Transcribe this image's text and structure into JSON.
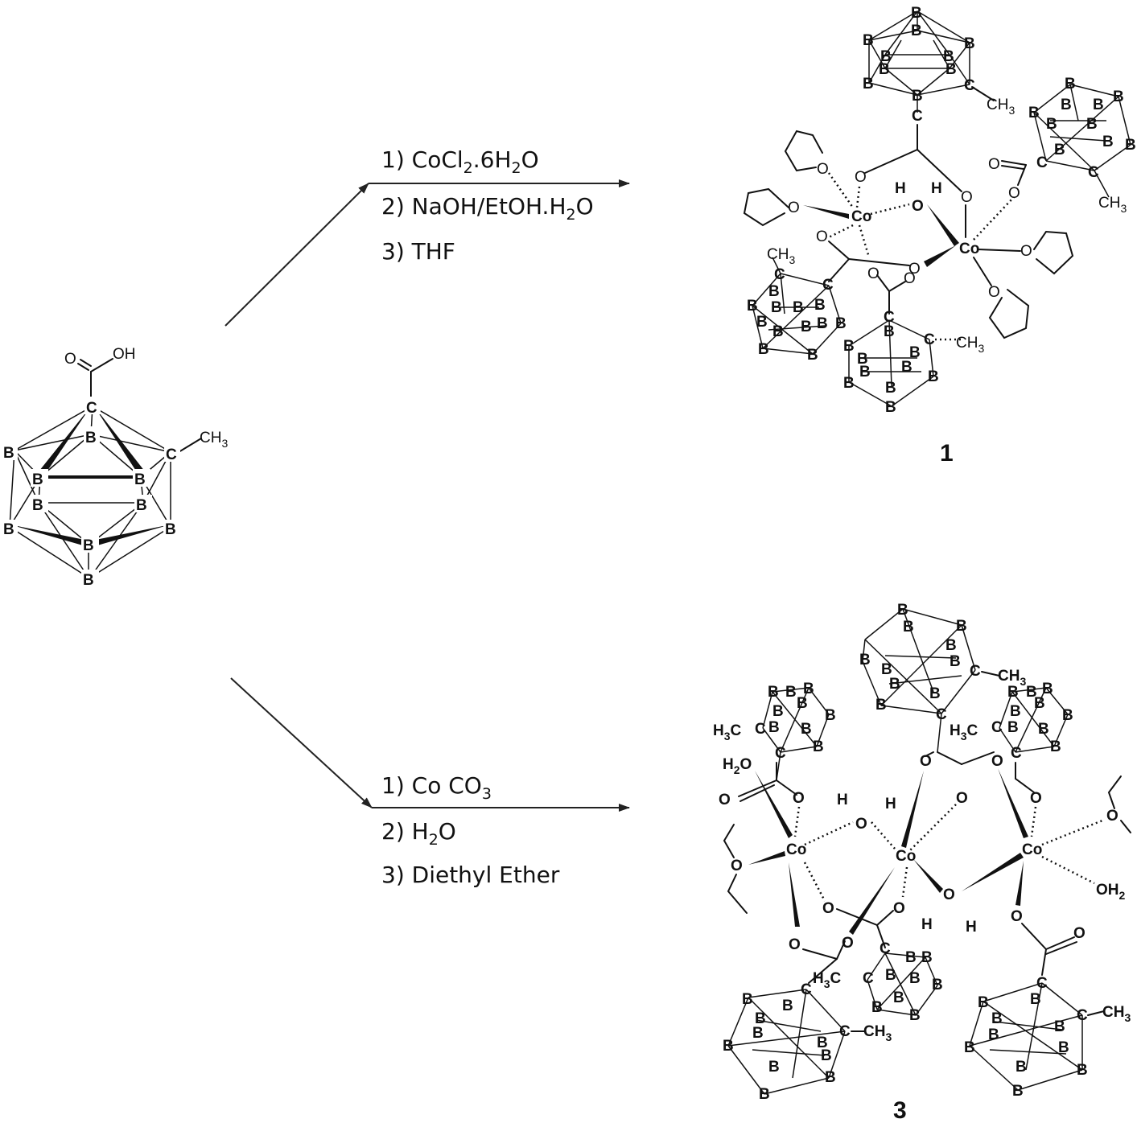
{
  "reactant": {
    "atoms": [
      "C",
      "B",
      "B",
      "C",
      "B",
      "B",
      "B",
      "B",
      "B",
      "B",
      "B",
      "B"
    ],
    "carboxyl_o": "O",
    "carboxyl_oh": "OH",
    "methyl": "CH",
    "methyl_sub": "3"
  },
  "conditions_top": {
    "step1_pre": "1) CoCl",
    "step1_sub1": "2",
    "step1_mid": ".6H",
    "step1_sub2": "2",
    "step1_post": "O",
    "step2_pre": "2) NaOH/EtOH.H",
    "step2_sub": "2",
    "step2_post": "O",
    "step3": "3) THF"
  },
  "conditions_bottom": {
    "step1_pre": "1) Co CO",
    "step1_sub": "3",
    "step2_pre": "2) H",
    "step2_sub": "2",
    "step2_post": "O",
    "step3": "3) Diethyl Ether"
  },
  "product_top": {
    "label": "1",
    "metal": "Co",
    "oxygen": "O",
    "hydrogen": "H",
    "carbon": "C",
    "boron": "B",
    "methyl": "CH",
    "methyl_sub": "3"
  },
  "product_bottom": {
    "label": "3",
    "metal": "Co",
    "oxygen": "O",
    "hydrogen": "H",
    "carbon": "C",
    "boron": "B",
    "water_left": "H",
    "water_left_sub": "2",
    "water_left_post": "O",
    "water_right": "OH",
    "water_right_sub": "2",
    "methyl_right": "CH",
    "methyl_right_sub": "3",
    "methyl_left_pre": "H",
    "methyl_left_sub": "3",
    "methyl_left_post": "C"
  }
}
